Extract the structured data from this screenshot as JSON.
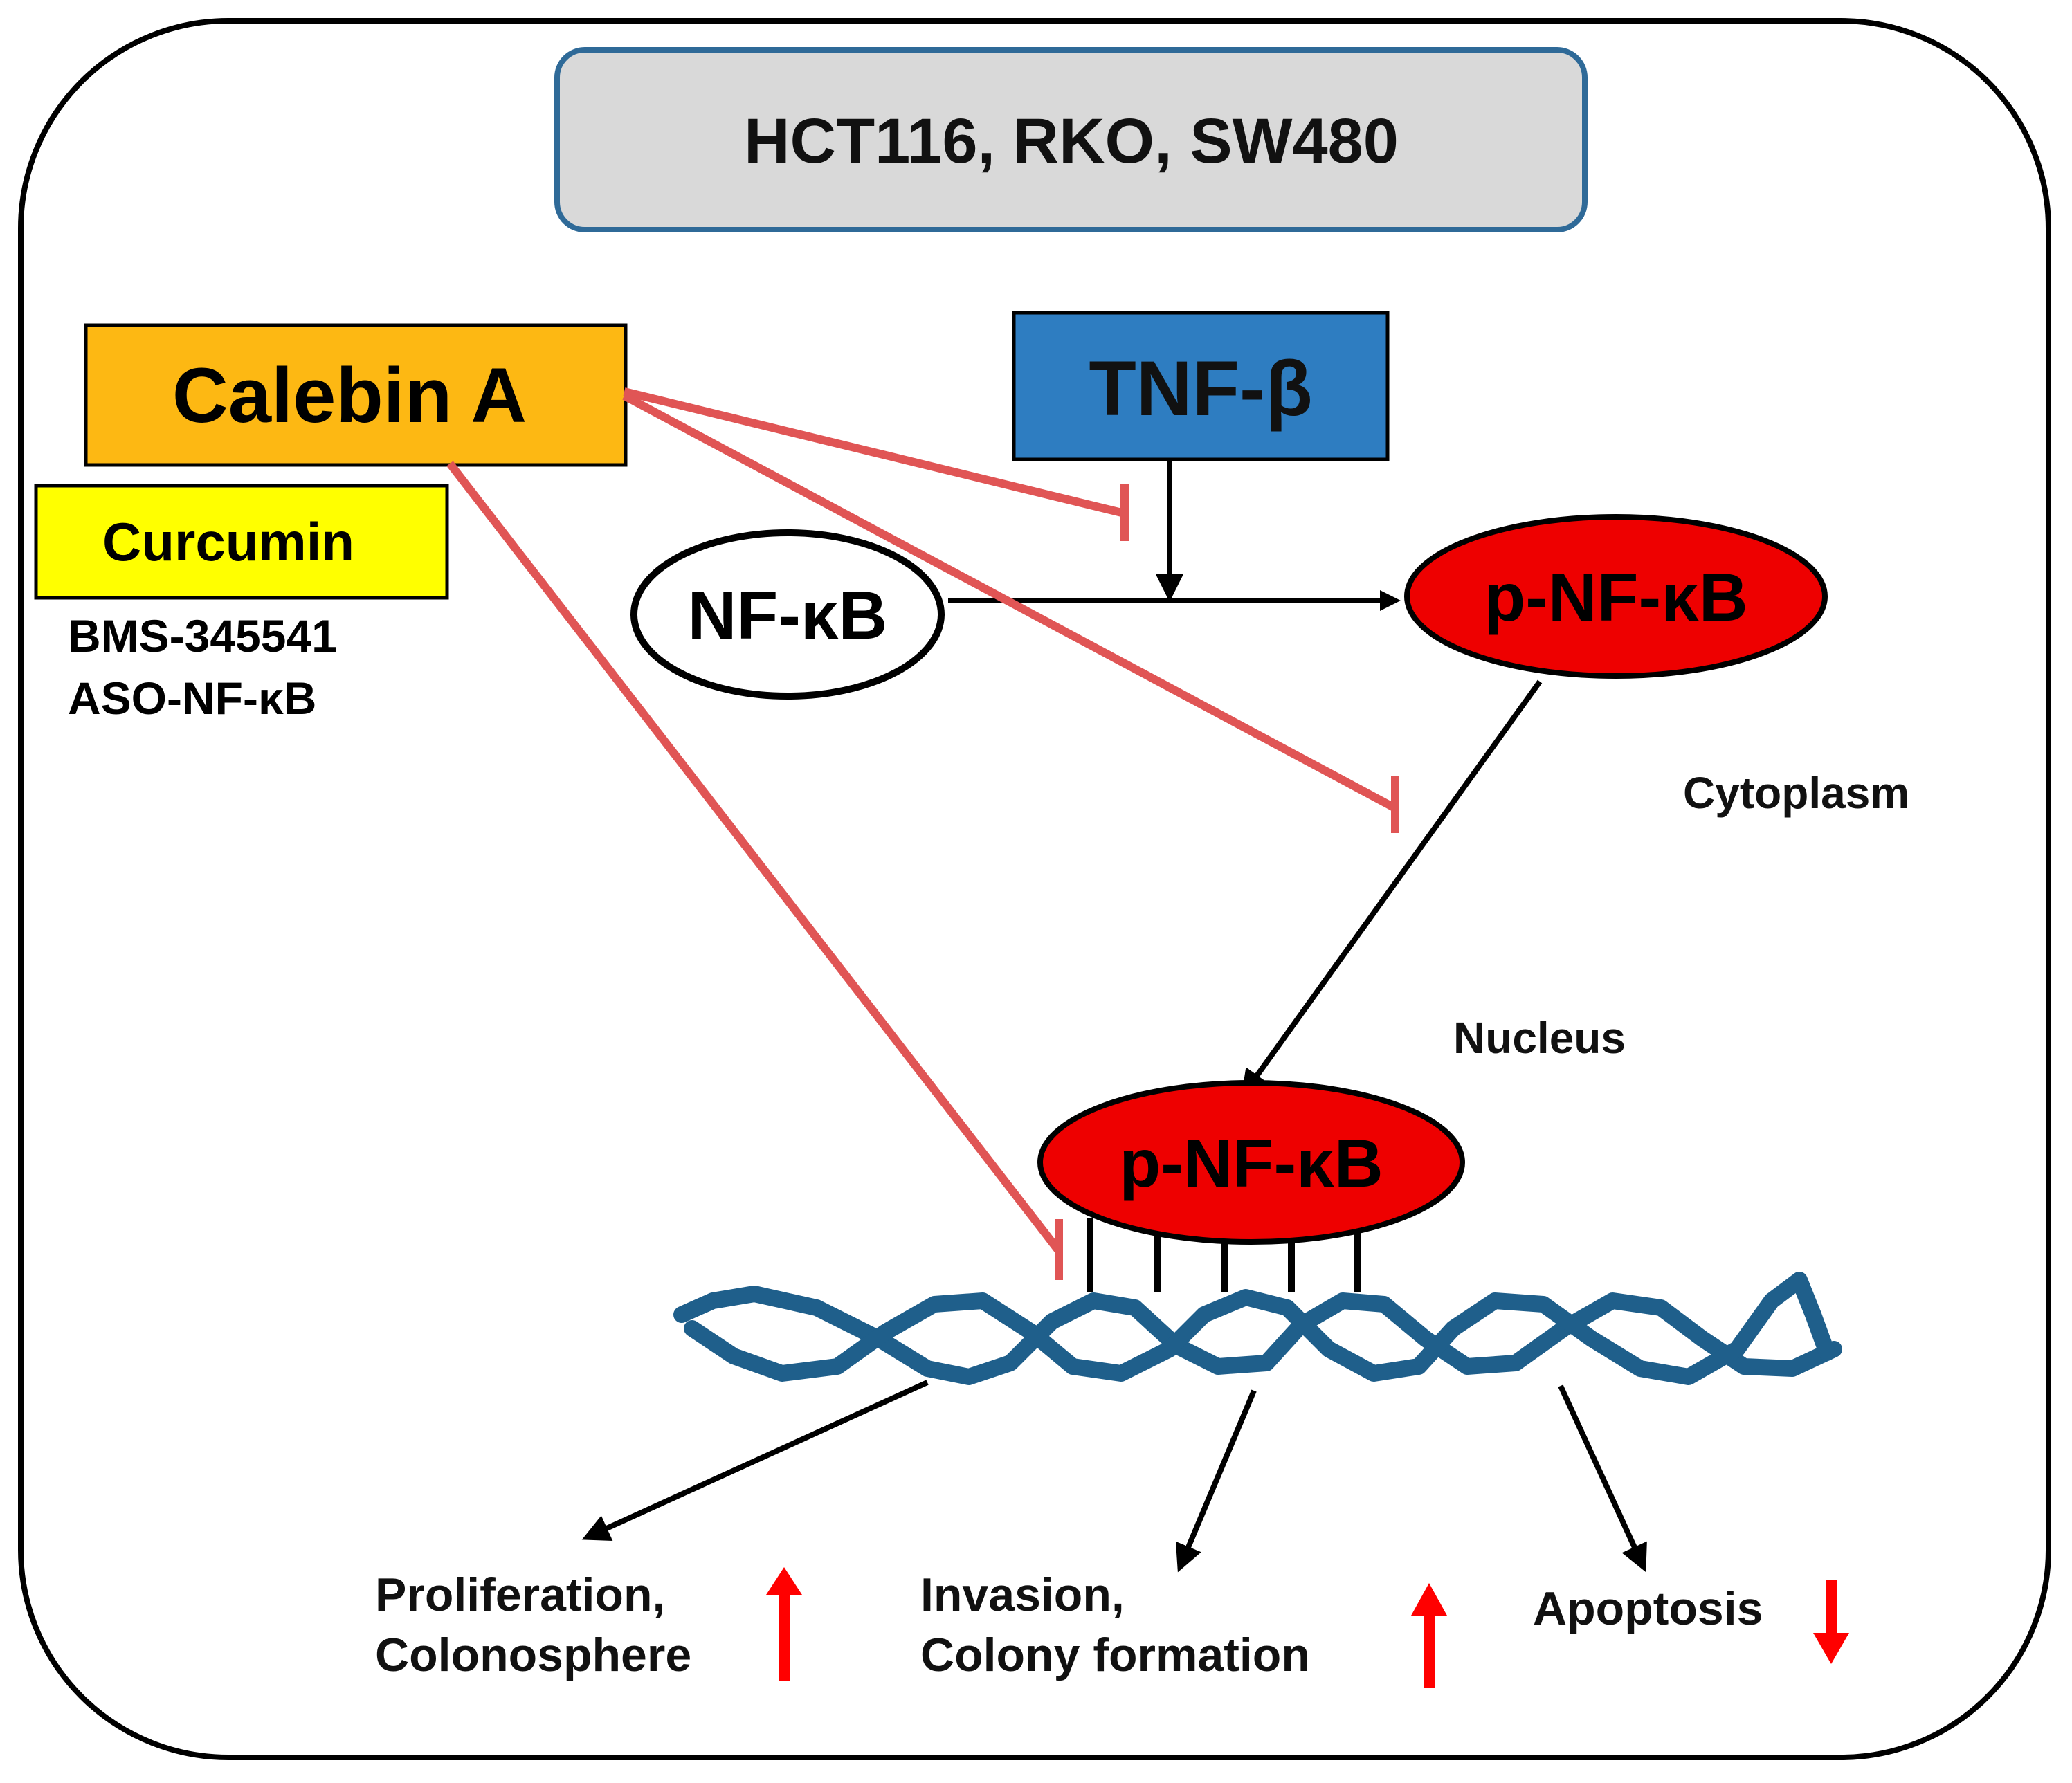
{
  "header": {
    "cell_lines": "HCT116, RKO, SW480"
  },
  "agents": {
    "main": "Calebin A",
    "secondary": "Curcumin",
    "inhibitor_1": "BMS-345541",
    "inhibitor_2": "ASO-NF-κB"
  },
  "stimulus": {
    "label": "TNF-β"
  },
  "nodes": {
    "nfkb": "NF-κB",
    "pnfkb_cytoplasm": "p-NF-κB",
    "pnfkb_nucleus": "p-NF-κB"
  },
  "compartments": {
    "cytoplasm": "Cytoplasm",
    "nucleus": "Nucleus"
  },
  "outcomes": {
    "proliferation_line1": "Proliferation,",
    "proliferation_line2": "Colonosphere",
    "invasion_line1": "Invasion,",
    "invasion_line2": "Colony formation",
    "apoptosis": "Apoptosis"
  },
  "colors": {
    "calebin_box": "#FDB813",
    "curcumin_box": "#FFFF00",
    "tnf_box": "#2E7DC1",
    "header_box_fill": "#D9D9D9",
    "header_box_stroke": "#2F6A98",
    "phospho_node": "#EE0000",
    "inhibition_line": "#E05555",
    "dna": "#1F5F8B",
    "up_down_arrow": "#FF0000"
  },
  "icons": {
    "up": "up-arrow-icon",
    "down": "down-arrow-icon",
    "dna": "dna-helix-icon"
  }
}
